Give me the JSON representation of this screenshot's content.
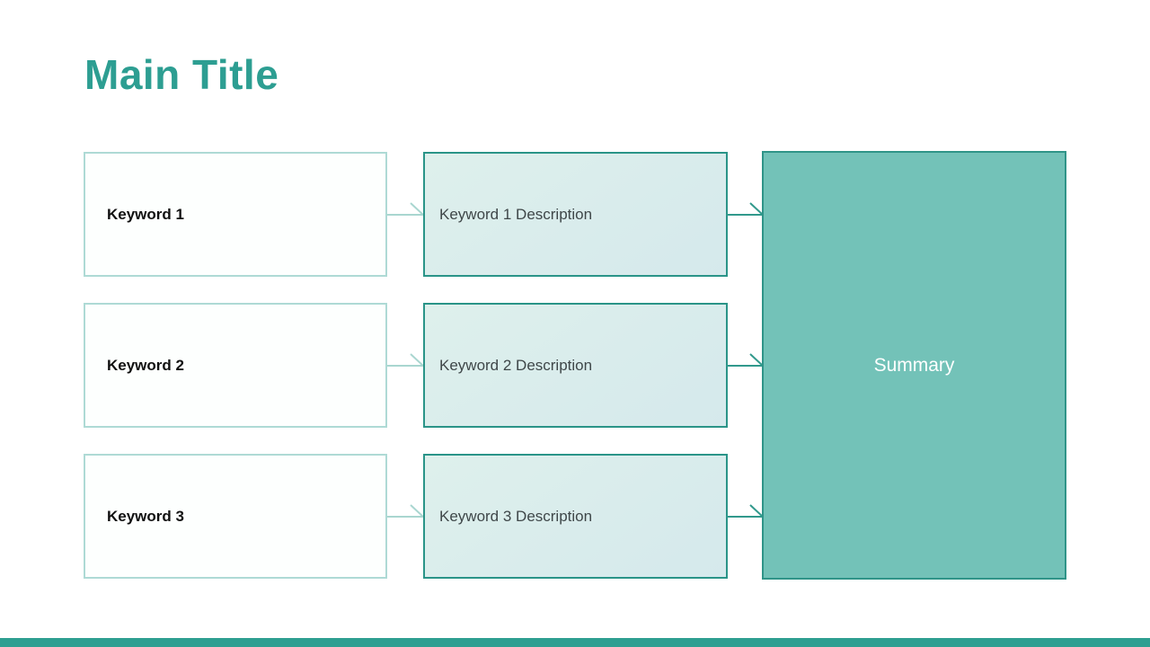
{
  "title": "Main Title",
  "rows": [
    {
      "keyword": "Keyword 1",
      "description": "Keyword 1 Description"
    },
    {
      "keyword": "Keyword 2",
      "description": "Keyword 2 Description"
    },
    {
      "keyword": "Keyword 3",
      "description": "Keyword 3 Description"
    }
  ],
  "summary_label": "Summary",
  "colors": {
    "title-teal": "#2d9e92",
    "summary-fill": "#73c2b8",
    "summary-border": "#2f9488",
    "summary-text": "#ffffff",
    "desc-border": "#2a9488",
    "desc-fill-start": "#def0ec",
    "desc-fill-end": "#d5e9ec",
    "keyword-border": "#aedad5",
    "keyword-fill": "#fdfffe",
    "keyword-text": "#111111",
    "desc-text": "#3f4749",
    "arrow-light": "#a9d6d0",
    "arrow-dark": "#31998c",
    "bottom-bar": "#2e9f91",
    "background": "#ffffff"
  }
}
